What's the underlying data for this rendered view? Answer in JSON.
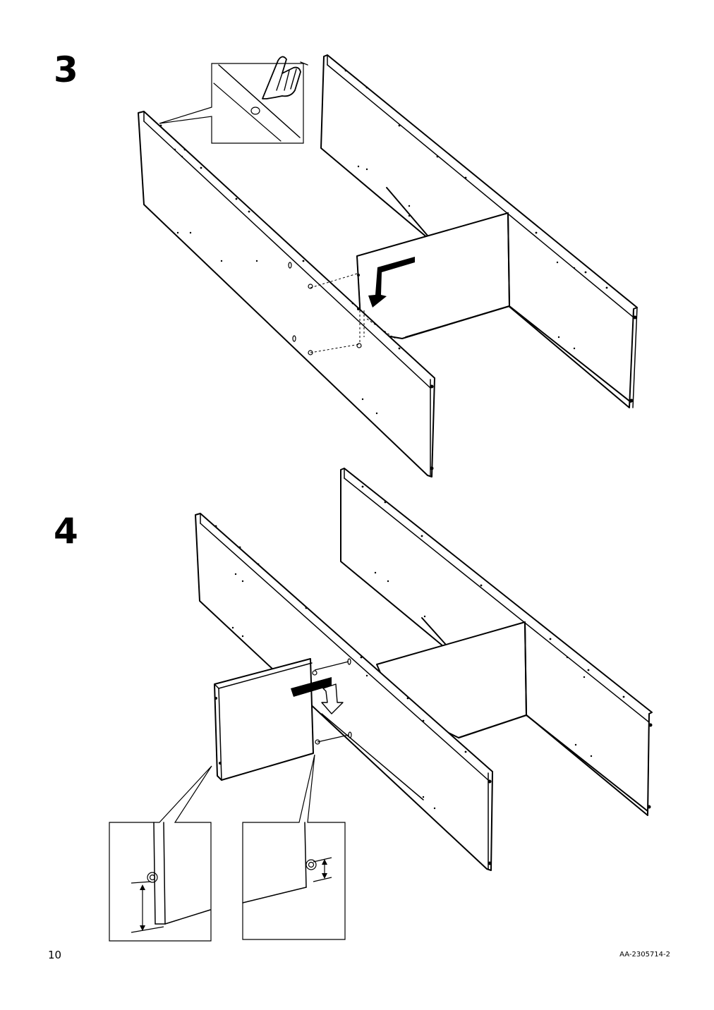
{
  "steps": [
    {
      "number": "3"
    },
    {
      "number": "4"
    }
  ],
  "footer": {
    "page_number": "10",
    "document_code": "AA-2305714-2"
  },
  "icons": {
    "push_hand": "pointing-hand-icon",
    "insert_arrow": "bent-arrow-icon",
    "measure_arrow": "double-arrow-icon"
  }
}
